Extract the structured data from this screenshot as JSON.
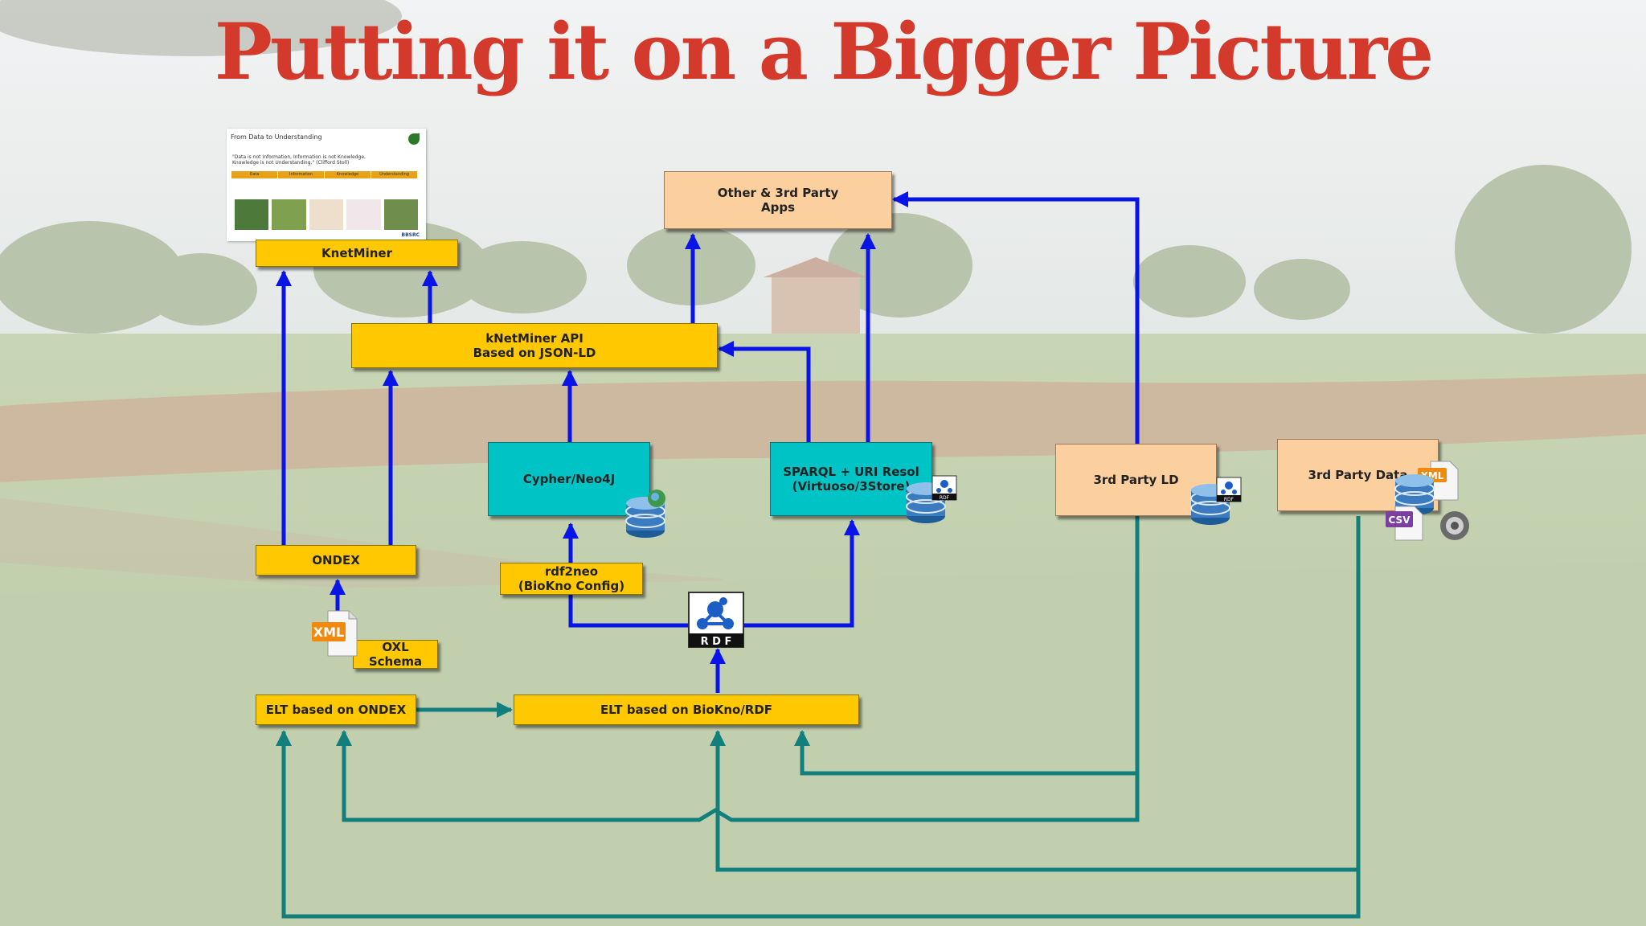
{
  "title": "Putting it on a Bigger Picture",
  "nodes": {
    "knetminer": "KnetMiner",
    "other_apps": "Other & 3rd Party\nApps",
    "knetminer_api": "kNetMiner API\nBased on JSON-LD",
    "cypher": "Cypher/Neo4J",
    "sparql": "SPARQL + URI Resol\n(Virtuoso/3Store)",
    "third_party_ld": "3rd Party LD",
    "third_party_data": "3rd Party Data",
    "ondex": "ONDEX",
    "rdf2neo": "rdf2neo\n(BioKno Config)",
    "oxl_schema": "OXL Schema",
    "elt_ondex": "ELT based on ONDEX",
    "elt_bioknorrdf": "ELT based on BioKno/RDF"
  },
  "icons": {
    "xml": "XML",
    "csv": "CSV",
    "rdf": "R D F",
    "rdf_small": "RDF"
  },
  "thumbnail": {
    "title": "From Data to Understanding",
    "quote": "\"Data is not Information, Information is not Knowledge, Knowledge is not Understanding.\" (Clifford Stoll)",
    "stages": [
      "Data",
      "Information",
      "Knowledge",
      "Understanding"
    ],
    "footer": "BBSRC"
  },
  "colors": {
    "title": "#d33a2c",
    "query_arrows": "#0a14e6",
    "data_arrows": "#137f7c",
    "yellow_box": "#ffc800",
    "cyan_box": "#00c3c6",
    "peach_box": "#fccf9f"
  }
}
